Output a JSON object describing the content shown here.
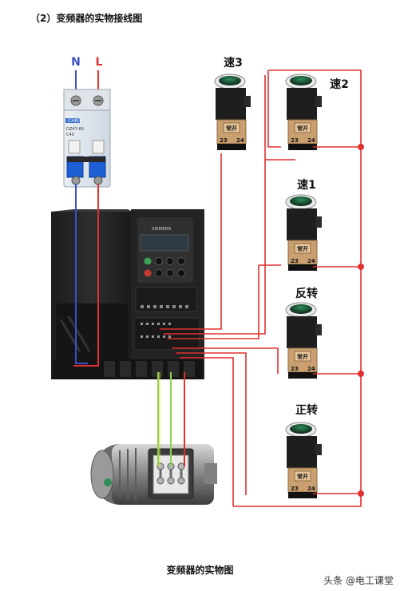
{
  "heading": "（2）变频器的实物接线图",
  "caption": "变频器的实物图",
  "watermark": "头条 @电工课堂",
  "breaker": {
    "label_n": "N",
    "label_l": "L",
    "brand": "CHNT",
    "model": "DZ47-60",
    "rating": "C40"
  },
  "inverter": {
    "brand": "SIEMENS"
  },
  "buttons": [
    {
      "id": "speed3",
      "label": "速3",
      "contact_label": "常开",
      "term_a": "23",
      "term_b": "24"
    },
    {
      "id": "speed2",
      "label": "速2",
      "contact_label": "常开",
      "term_a": "23",
      "term_b": "24"
    },
    {
      "id": "speed1",
      "label": "速1",
      "contact_label": "常开",
      "term_a": "23",
      "term_b": "24"
    },
    {
      "id": "reverse",
      "label": "反转",
      "contact_label": "常开",
      "term_a": "23",
      "term_b": "24"
    },
    {
      "id": "forward",
      "label": "正转",
      "contact_label": "常开",
      "term_a": "23",
      "term_b": "24"
    }
  ],
  "colors": {
    "wire_red": "#e0302f",
    "wire_blue": "#3a4fc8",
    "wire_green": "#8fd14f",
    "wire_yellow": "#e8d84a",
    "junction": "#e0302f"
  }
}
